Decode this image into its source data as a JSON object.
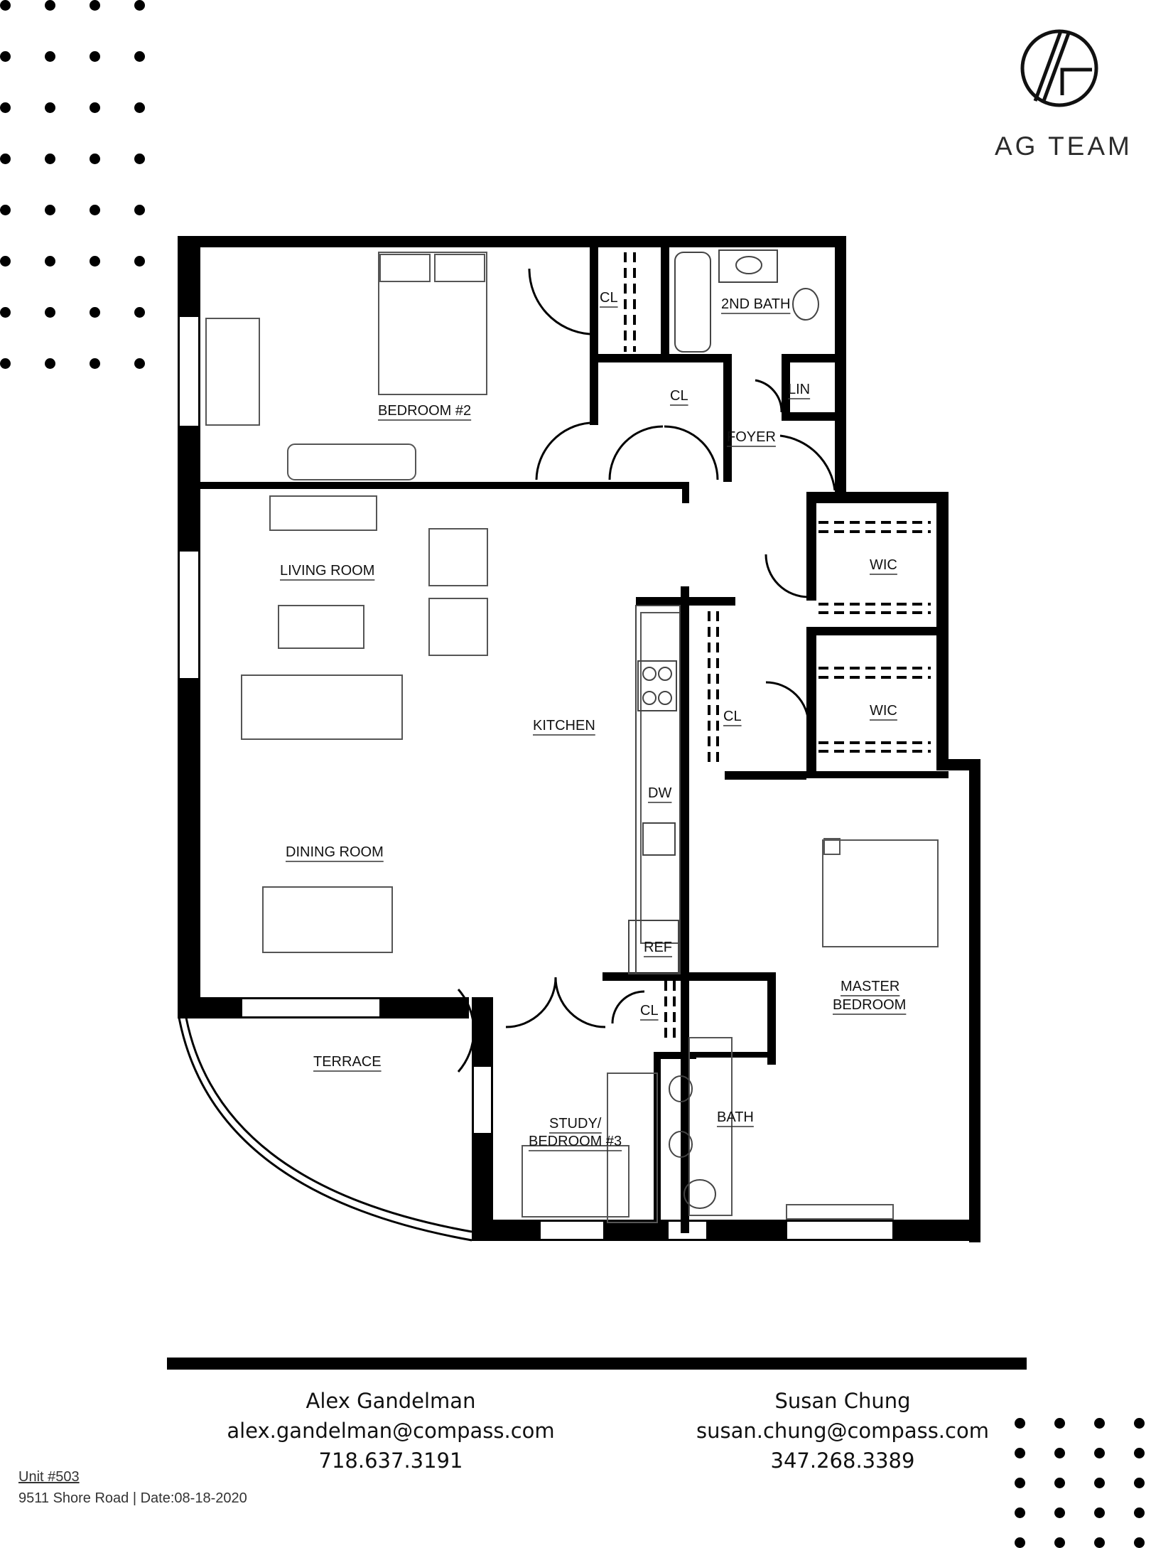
{
  "brand": {
    "team_name": "AG TEAM",
    "logo_icon": "ag-monogram-icon"
  },
  "rooms": {
    "bedroom2": "BEDROOM #2",
    "closet_top": "CL",
    "second_bath": "2ND BATH",
    "closet_foyer": "CL",
    "linen": "LIN",
    "foyer": "FOYER",
    "living_room": "LIVING ROOM",
    "wic_upper": "WIC",
    "wic_lower": "WIC",
    "kitchen": "KITCHEN",
    "closet_mid": "CL",
    "dishwasher": "DW",
    "dining_room": "DINING ROOM",
    "refrigerator": "REF",
    "closet_study": "CL",
    "master_bedroom_line1": "MASTER",
    "master_bedroom_line2": "BEDROOM",
    "terrace": "TERRACE",
    "bath": "BATH",
    "study_line1": "STUDY/",
    "study_line2": "BEDROOM #3"
  },
  "agents": [
    {
      "name": "Alex Gandelman",
      "email": "alex.gandelman@compass.com",
      "phone": "718.637.3191"
    },
    {
      "name": "Susan Chung",
      "email": "susan.chung@compass.com",
      "phone": "347.268.3389"
    }
  ],
  "unit": {
    "label": "Unit #503",
    "address_date": "9511 Shore Road | Date:08-18-2020"
  }
}
